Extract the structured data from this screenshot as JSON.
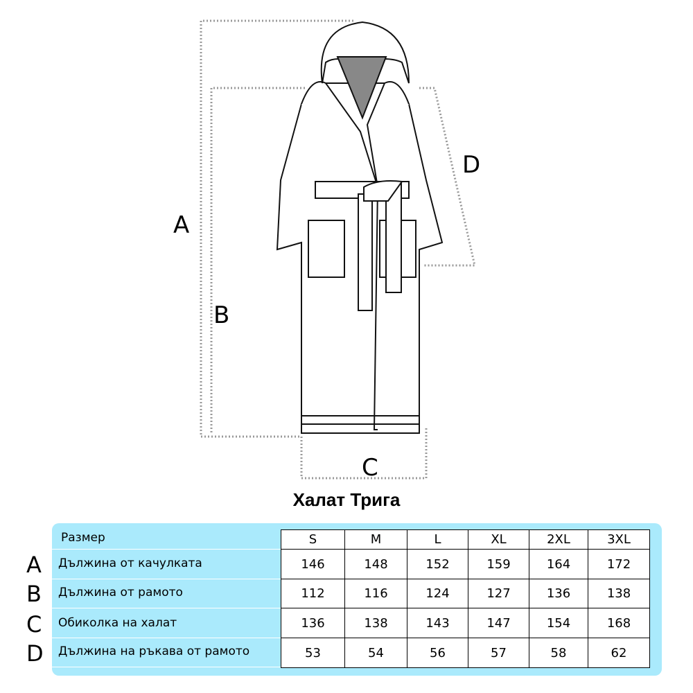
{
  "diagram": {
    "labels": {
      "a": "A",
      "b": "B",
      "c": "C",
      "d": "D"
    }
  },
  "title": "Халат Трига",
  "table": {
    "header_label": "Размер",
    "sizes": [
      "S",
      "M",
      "L",
      "XL",
      "2XL",
      "3XL"
    ],
    "rows": [
      {
        "letter": "A",
        "label": "Дължина от качулката",
        "values": [
          "146",
          "148",
          "152",
          "159",
          "164",
          "172"
        ]
      },
      {
        "letter": "B",
        "label": "Дължина от рамото",
        "values": [
          "112",
          "116",
          "124",
          "127",
          "136",
          "138"
        ]
      },
      {
        "letter": "C",
        "label": "Обиколка на халат",
        "values": [
          "136",
          "138",
          "143",
          "147",
          "154",
          "168"
        ]
      },
      {
        "letter": "D",
        "label": "Дължина на ръкава от рамото",
        "values": [
          "53",
          "54",
          "56",
          "57",
          "58",
          "62"
        ]
      }
    ]
  },
  "colors": {
    "panel": "#aaeafc"
  }
}
